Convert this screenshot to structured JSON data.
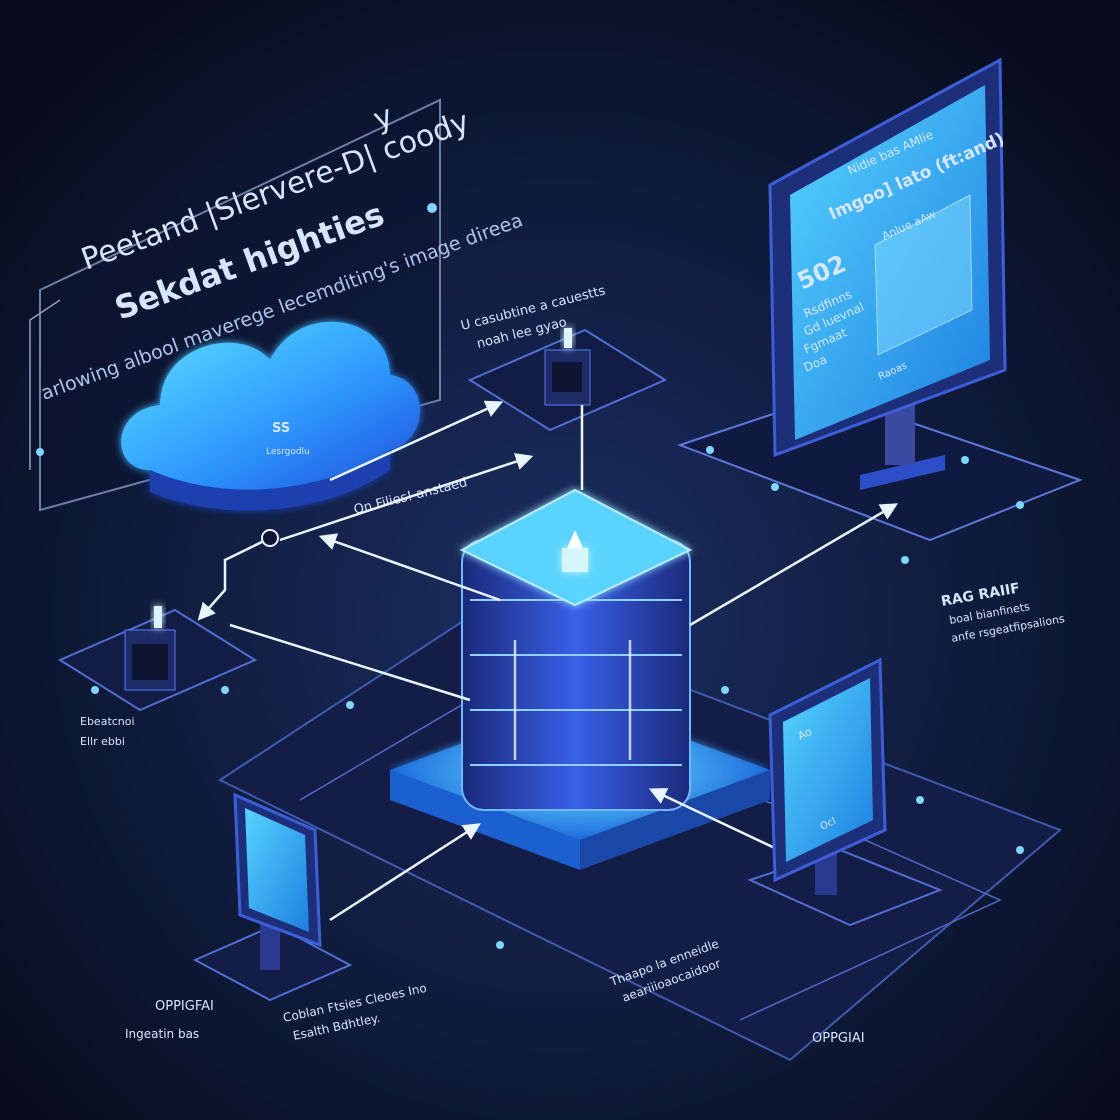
{
  "banner": {
    "title_line1": "Peetand |Slervere-D| coody",
    "title_line2": "Sekdat highties",
    "subtitle": "arlowing albool maverege lecemditing's image direea",
    "suffix": "y"
  },
  "cloud": {
    "badge": "SS",
    "caption": "Lesrgodlu"
  },
  "top_node": {
    "caption_line1": "U casubtine a cauestts",
    "caption_line2": "noah lee gyao"
  },
  "arrow_label": "On Filies! anstaed",
  "monitor": {
    "header": "Nidie bas AMlie",
    "title": "Imgoo] lato (ft:and)",
    "stat": "502",
    "lines": [
      "Rsdfinns",
      "Gd luevnal",
      "Fgmaat",
      "Doa"
    ],
    "panel_title": "Anlue aAw",
    "badge": "Raoas"
  },
  "left_node": {
    "caption_line1": "Ebeatcnoi",
    "caption_line2": "Ellr ebbi"
  },
  "rag": {
    "title": "RAG RAIIF",
    "line1": "boal bianfinets",
    "line2": "anfe rsgeatfipsalions"
  },
  "bottom_left": {
    "title": "OPPIGFAI",
    "caption": "Ingeatin bas"
  },
  "bottom_center": {
    "line1": "Coblan Ftsies Cleoes Ino",
    "line2": "Esalth Bdhtley."
  },
  "bottom_right_caption": {
    "line1": "Thaapo la enneidle",
    "line2": "aeariiioaocaidoor"
  },
  "bottom_right": {
    "title": "OPPGIAI"
  },
  "tablet_right": {
    "header": "Ao",
    "button": "Ocl"
  },
  "colors": {
    "background": "#0a1228",
    "glow": "#4fd7ff",
    "accent": "#2f7bff"
  }
}
